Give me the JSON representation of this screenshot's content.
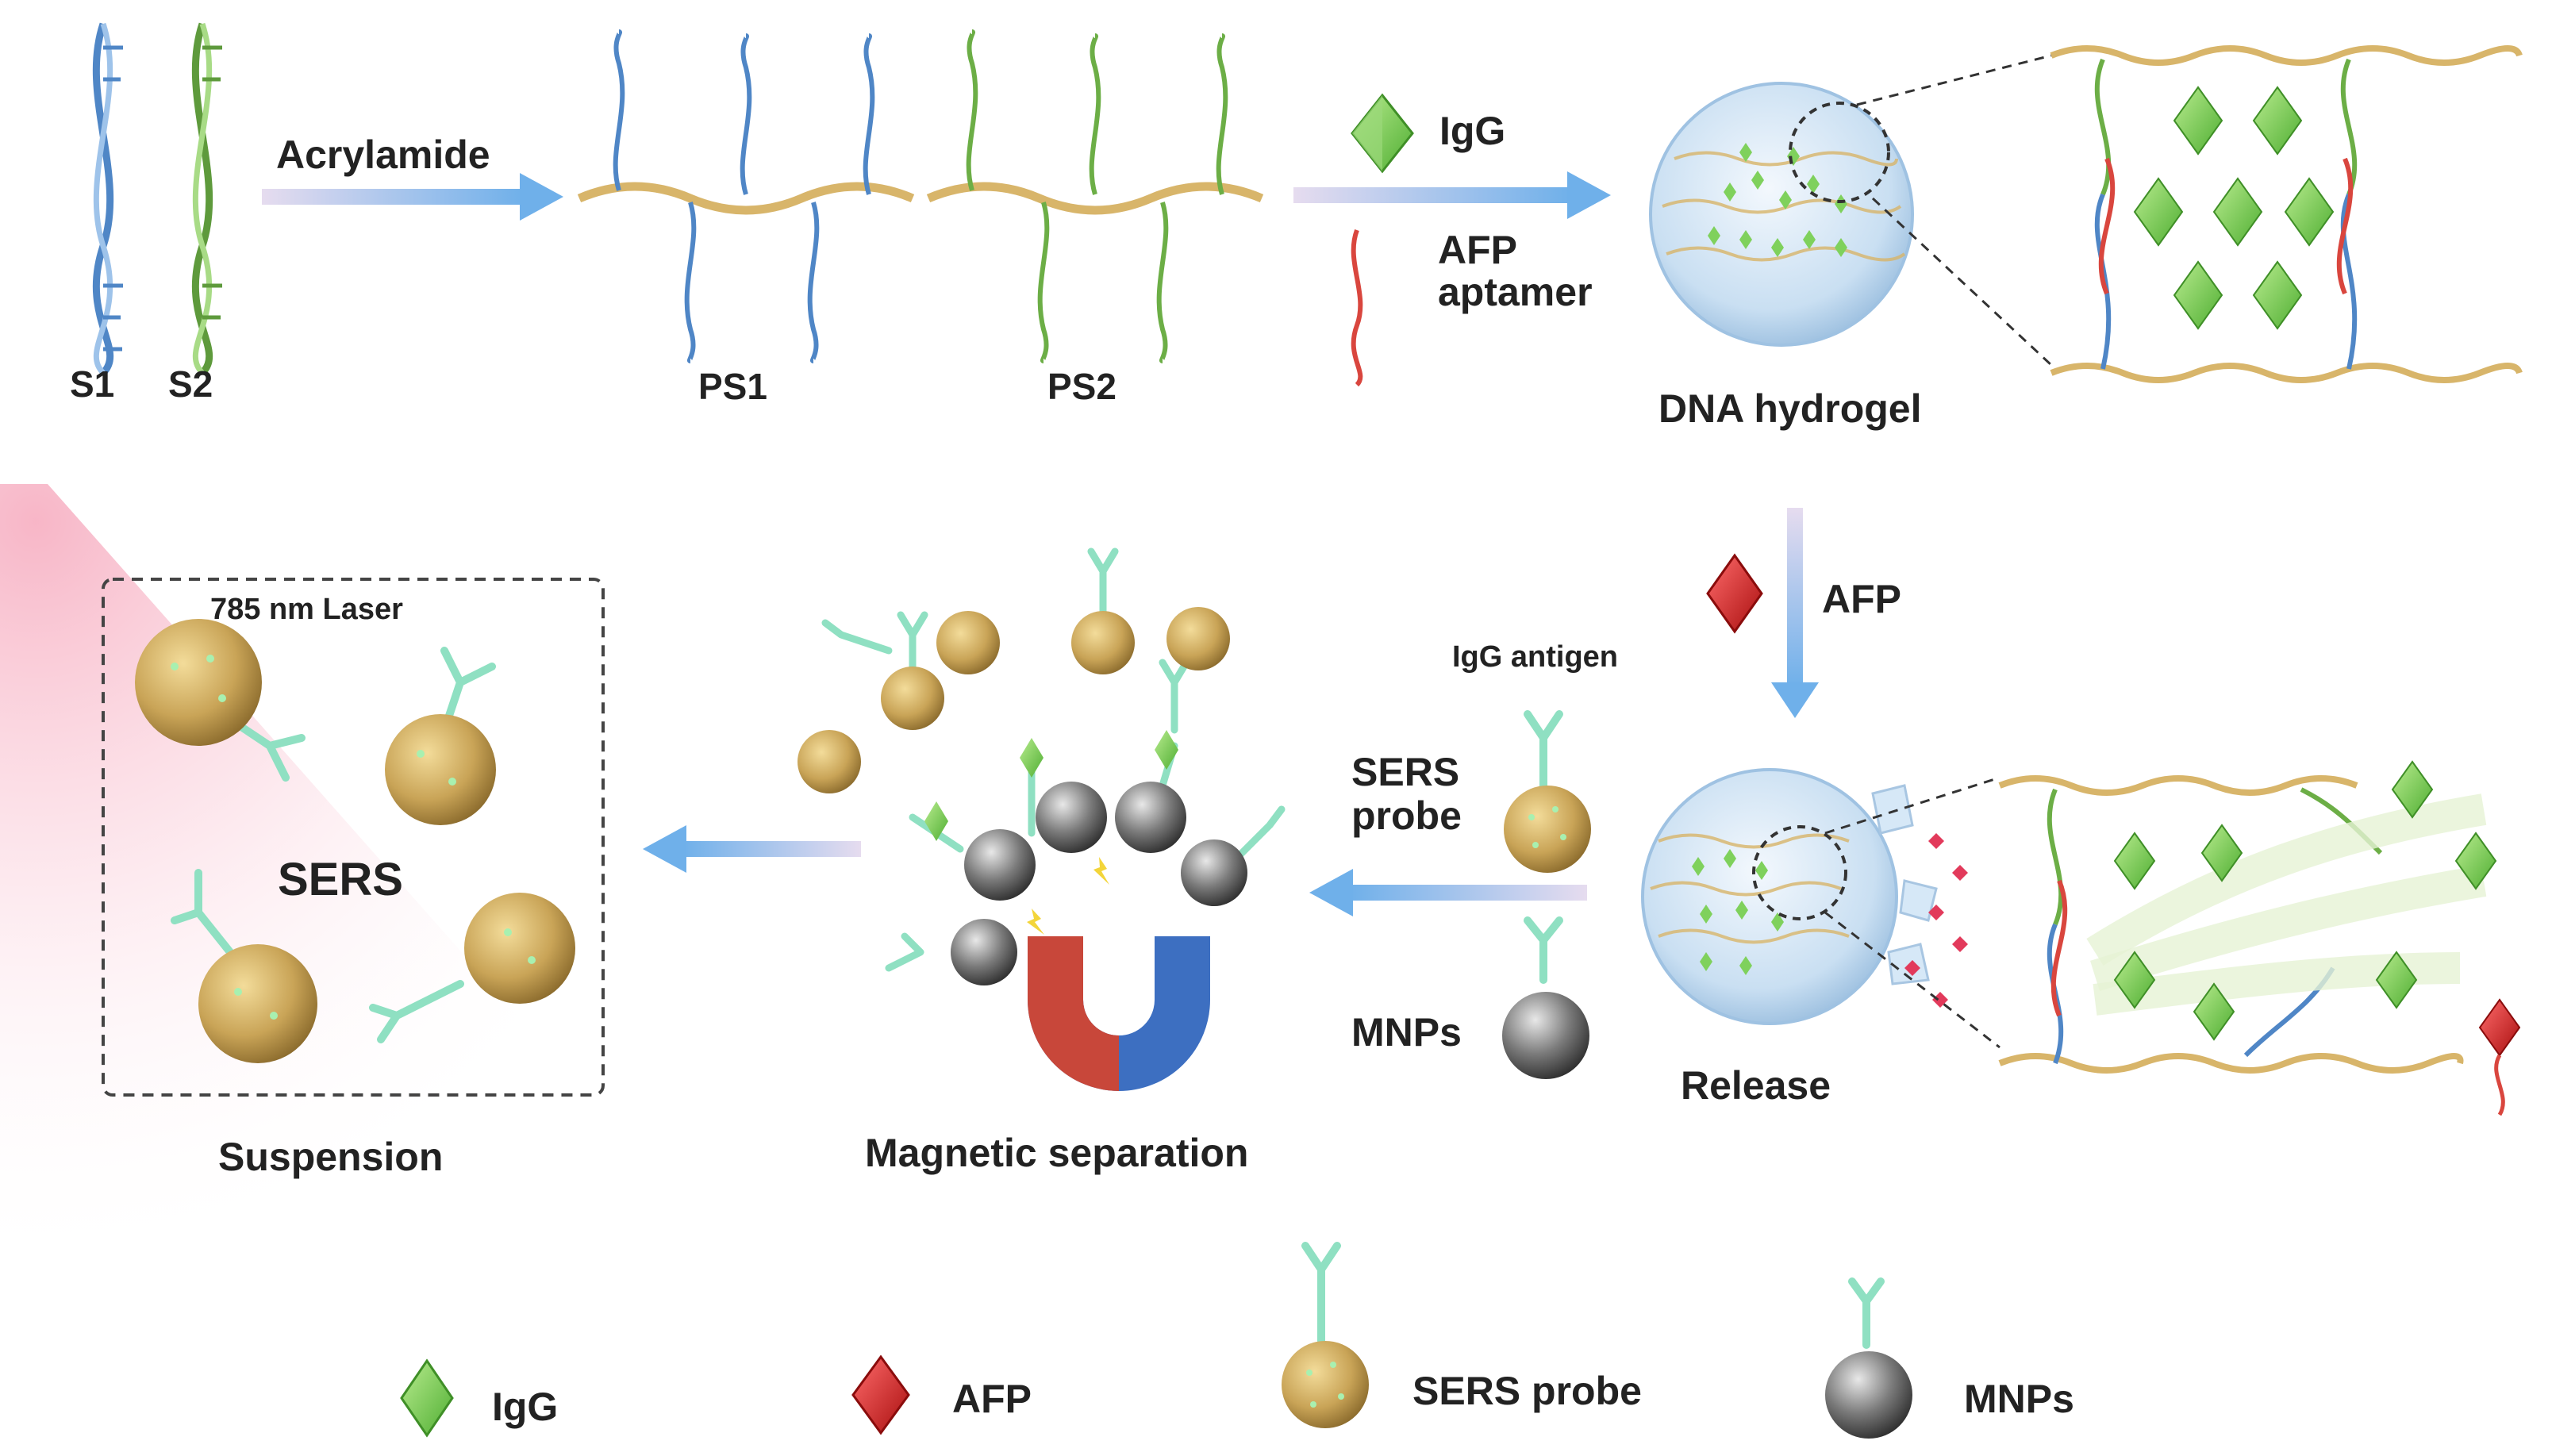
{
  "labels": {
    "s1": "S1",
    "s2": "S2",
    "acrylamide": "Acrylamide",
    "ps1": "PS1",
    "ps2": "PS2",
    "igg": "IgG",
    "afp_line1": "AFP",
    "afp_line2": "aptamer",
    "dna_hydrogel": "DNA hydrogel",
    "afp": "AFP",
    "igg_antigen": "IgG antigen",
    "sers_probe_line1": "SERS",
    "sers_probe_line2": "probe",
    "mnps": "MNPs",
    "release": "Release",
    "magnetic_separation": "Magnetic separation",
    "laser": "785 nm  Laser",
    "sers": "SERS",
    "suspension": "Suspension"
  },
  "legend": [
    {
      "icon": "igg-crystal-icon",
      "label": "IgG"
    },
    {
      "icon": "afp-crystal-icon",
      "label": "AFP"
    },
    {
      "icon": "sers-probe-icon",
      "label": "SERS probe"
    },
    {
      "icon": "mnp-icon",
      "label": "MNPs"
    }
  ],
  "colors": {
    "dna_blue": "#4f86c6",
    "dna_green": "#7cc35a",
    "dna_red": "#d9463e",
    "backbone": "#d8b56a",
    "igg_green": "#7fd15c",
    "afp_red": "#d92b2b",
    "gold": "#c9a457",
    "mnp_gray": "#6e6e6e",
    "arrow_blue": "#6fb0ea",
    "hydrogel": "#bcd6ee"
  }
}
